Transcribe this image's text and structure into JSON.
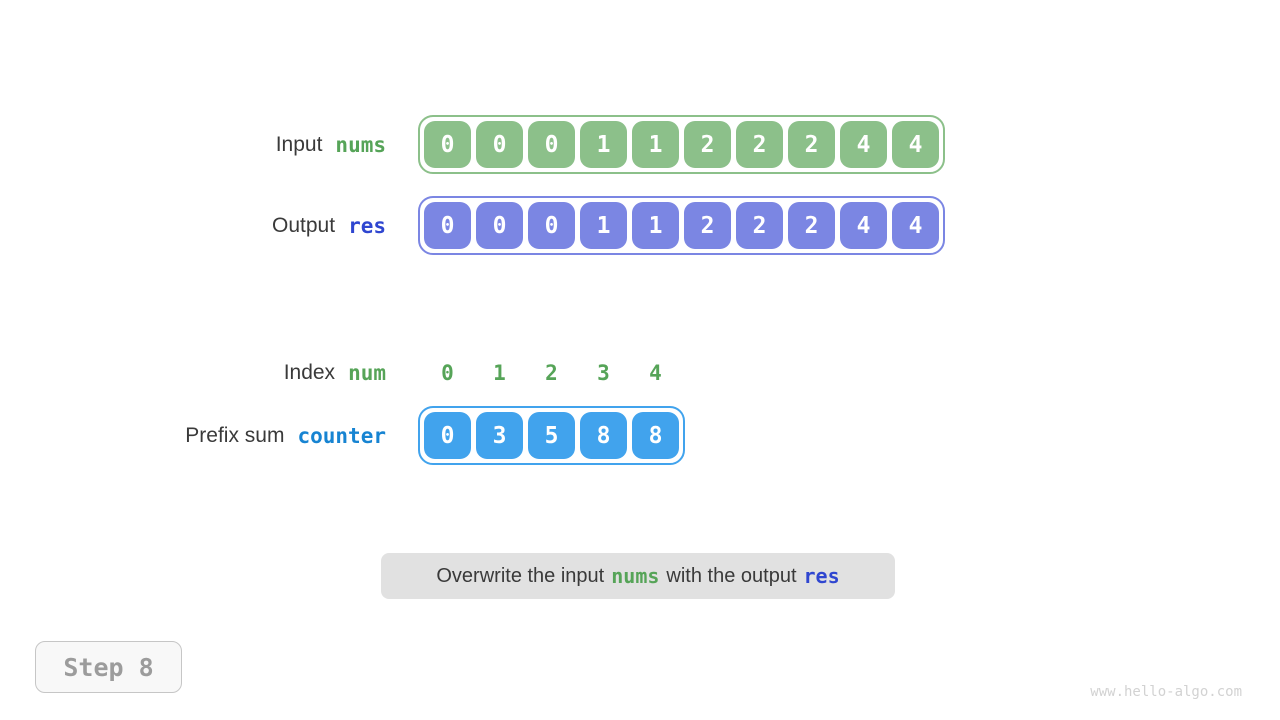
{
  "colors": {
    "green-cell": "#8cc08a",
    "green-text": "#56a458",
    "indigo-cell": "#7b86e3",
    "indigo-text": "#2f46d0",
    "blue-cell": "#41a3ed",
    "blue-text": "#1784d2",
    "label-text": "#3a3a3a",
    "caption-bg": "#e1e1e1",
    "caption-text": "#3a3a3a",
    "step-bg": "#f8f8f8",
    "step-border": "#c6c6c6",
    "step-text": "#9c9c9c",
    "watermark": "#d2d2d2"
  },
  "rows": {
    "input": {
      "label": "Input",
      "var": "nums",
      "values": [
        "0",
        "0",
        "0",
        "1",
        "1",
        "2",
        "2",
        "2",
        "4",
        "4"
      ]
    },
    "output": {
      "label": "Output",
      "var": "res",
      "values": [
        "0",
        "0",
        "0",
        "1",
        "1",
        "2",
        "2",
        "2",
        "4",
        "4"
      ]
    },
    "index": {
      "label": "Index",
      "var": "num",
      "values": [
        "0",
        "1",
        "2",
        "3",
        "4"
      ]
    },
    "prefix": {
      "label": "Prefix sum",
      "var": "counter",
      "values": [
        "0",
        "3",
        "5",
        "8",
        "8"
      ]
    }
  },
  "caption": {
    "part1": "Overwrite the input",
    "var1": "nums",
    "part2": "with the output",
    "var2": "res"
  },
  "step": {
    "label": "Step 8"
  },
  "watermark": "www.hello-algo.com"
}
